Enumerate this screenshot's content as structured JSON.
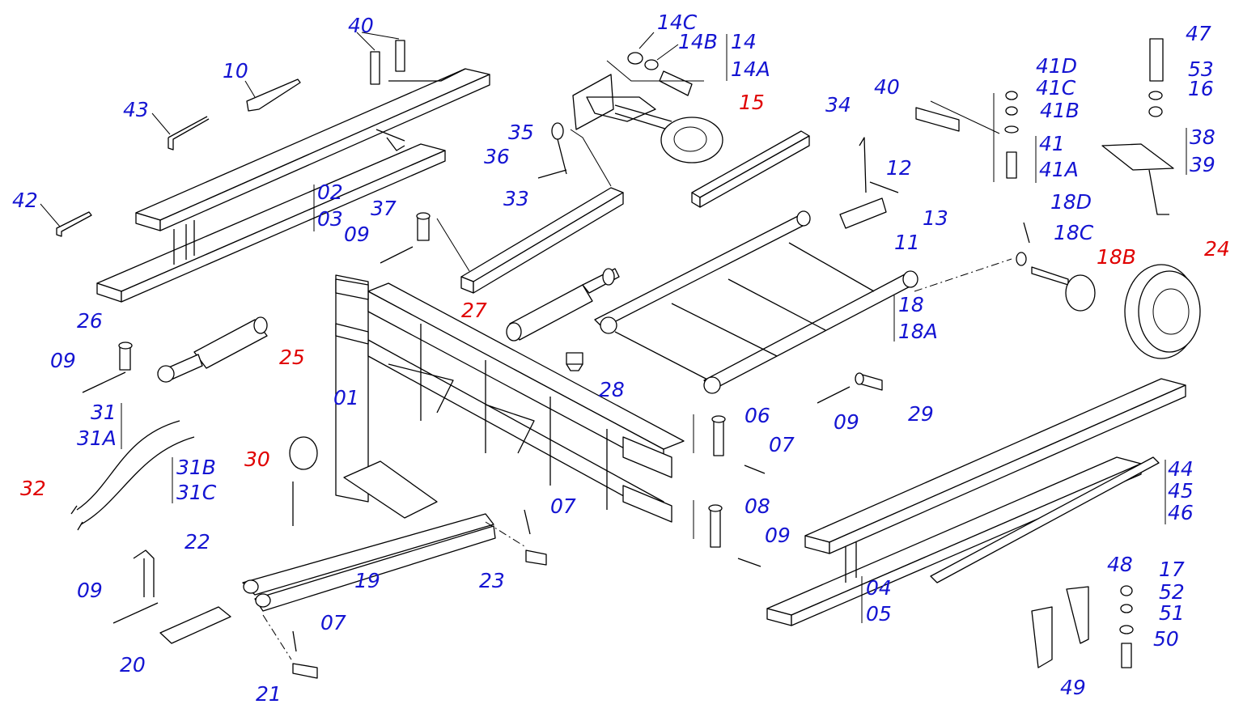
{
  "colors": {
    "normal": "#1414d2",
    "highlight": "#e00000",
    "line": "#000000"
  },
  "labels": [
    {
      "id": "l40a",
      "text": "40",
      "color": "normal"
    },
    {
      "id": "l10",
      "text": "10",
      "color": "normal"
    },
    {
      "id": "l43",
      "text": "43",
      "color": "normal"
    },
    {
      "id": "l42",
      "text": "42",
      "color": "normal"
    },
    {
      "id": "l02",
      "text": "02",
      "color": "normal"
    },
    {
      "id": "l03",
      "text": "03",
      "color": "normal"
    },
    {
      "id": "l14C",
      "text": "14C",
      "color": "normal"
    },
    {
      "id": "l14B",
      "text": "14B",
      "color": "normal"
    },
    {
      "id": "l14",
      "text": "14",
      "color": "normal"
    },
    {
      "id": "l14A",
      "text": "14A",
      "color": "normal"
    },
    {
      "id": "l15",
      "text": "15",
      "color": "highlight"
    },
    {
      "id": "l34",
      "text": "34",
      "color": "normal"
    },
    {
      "id": "l35",
      "text": "35",
      "color": "normal"
    },
    {
      "id": "l36",
      "text": "36",
      "color": "normal"
    },
    {
      "id": "l33",
      "text": "33",
      "color": "normal"
    },
    {
      "id": "l37",
      "text": "37",
      "color": "normal"
    },
    {
      "id": "l09a",
      "text": "09",
      "color": "normal"
    },
    {
      "id": "l40b",
      "text": "40",
      "color": "normal"
    },
    {
      "id": "l41D",
      "text": "41D",
      "color": "normal"
    },
    {
      "id": "l41C",
      "text": "41C",
      "color": "normal"
    },
    {
      "id": "l41B",
      "text": "41B",
      "color": "normal"
    },
    {
      "id": "l41",
      "text": "41",
      "color": "normal"
    },
    {
      "id": "l41A",
      "text": "41A",
      "color": "normal"
    },
    {
      "id": "l47",
      "text": "47",
      "color": "normal"
    },
    {
      "id": "l53",
      "text": "53",
      "color": "normal"
    },
    {
      "id": "l16",
      "text": "16",
      "color": "normal"
    },
    {
      "id": "l38",
      "text": "38",
      "color": "normal"
    },
    {
      "id": "l39",
      "text": "39",
      "color": "normal"
    },
    {
      "id": "l12",
      "text": "12",
      "color": "normal"
    },
    {
      "id": "l13",
      "text": "13",
      "color": "normal"
    },
    {
      "id": "l11",
      "text": "11",
      "color": "normal"
    },
    {
      "id": "l18D",
      "text": "18D",
      "color": "normal"
    },
    {
      "id": "l18C",
      "text": "18C",
      "color": "normal"
    },
    {
      "id": "l18B",
      "text": "18B",
      "color": "highlight"
    },
    {
      "id": "l24",
      "text": "24",
      "color": "highlight"
    },
    {
      "id": "l18",
      "text": "18",
      "color": "normal"
    },
    {
      "id": "l18A",
      "text": "18A",
      "color": "normal"
    },
    {
      "id": "l27",
      "text": "27",
      "color": "highlight"
    },
    {
      "id": "l26",
      "text": "26",
      "color": "normal"
    },
    {
      "id": "l25",
      "text": "25",
      "color": "highlight"
    },
    {
      "id": "l09b",
      "text": "09",
      "color": "normal"
    },
    {
      "id": "l01",
      "text": "01",
      "color": "normal"
    },
    {
      "id": "l28",
      "text": "28",
      "color": "normal"
    },
    {
      "id": "l09c",
      "text": "09",
      "color": "normal"
    },
    {
      "id": "l29",
      "text": "29",
      "color": "normal"
    },
    {
      "id": "l31",
      "text": "31",
      "color": "normal"
    },
    {
      "id": "l31A",
      "text": "31A",
      "color": "normal"
    },
    {
      "id": "l31B",
      "text": "31B",
      "color": "normal"
    },
    {
      "id": "l31C",
      "text": "31C",
      "color": "normal"
    },
    {
      "id": "l32",
      "text": "32",
      "color": "highlight"
    },
    {
      "id": "l30",
      "text": "30",
      "color": "highlight"
    },
    {
      "id": "l06",
      "text": "06",
      "color": "normal"
    },
    {
      "id": "l07a",
      "text": "07",
      "color": "normal"
    },
    {
      "id": "l44",
      "text": "44",
      "color": "normal"
    },
    {
      "id": "l45",
      "text": "45",
      "color": "normal"
    },
    {
      "id": "l46",
      "text": "46",
      "color": "normal"
    },
    {
      "id": "l07b",
      "text": "07",
      "color": "normal"
    },
    {
      "id": "l08",
      "text": "08",
      "color": "normal"
    },
    {
      "id": "l09d",
      "text": "09",
      "color": "normal"
    },
    {
      "id": "l22",
      "text": "22",
      "color": "normal"
    },
    {
      "id": "l09e",
      "text": "09",
      "color": "normal"
    },
    {
      "id": "l19",
      "text": "19",
      "color": "normal"
    },
    {
      "id": "l23",
      "text": "23",
      "color": "normal"
    },
    {
      "id": "l20",
      "text": "20",
      "color": "normal"
    },
    {
      "id": "l07c",
      "text": "07",
      "color": "normal"
    },
    {
      "id": "l21",
      "text": "21",
      "color": "normal"
    },
    {
      "id": "l04",
      "text": "04",
      "color": "normal"
    },
    {
      "id": "l05",
      "text": "05",
      "color": "normal"
    },
    {
      "id": "l48",
      "text": "48",
      "color": "normal"
    },
    {
      "id": "l17",
      "text": "17",
      "color": "normal"
    },
    {
      "id": "l52",
      "text": "52",
      "color": "normal"
    },
    {
      "id": "l51",
      "text": "51",
      "color": "normal"
    },
    {
      "id": "l50",
      "text": "50",
      "color": "normal"
    },
    {
      "id": "l49",
      "text": "49",
      "color": "normal"
    }
  ]
}
